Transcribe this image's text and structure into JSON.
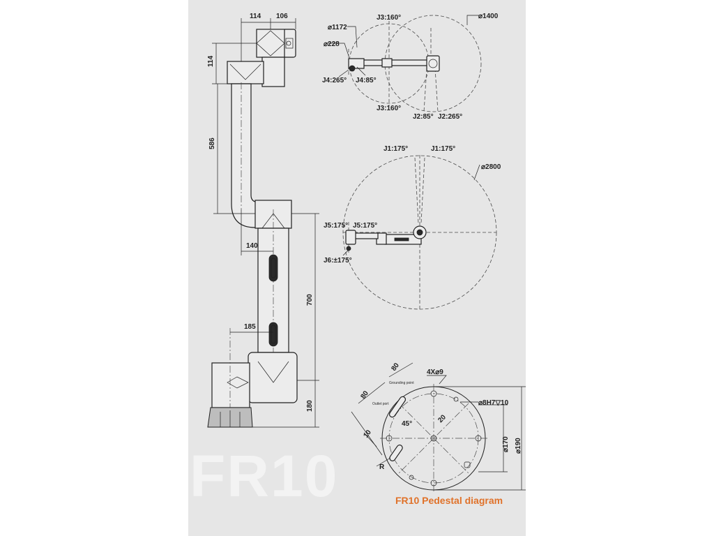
{
  "watermark": "FR10",
  "caption": "FR10  Pedestal diagram",
  "colors": {
    "sheet": "#e6e6e6",
    "caption": "#e0722a",
    "line": "#1f1f1f"
  },
  "side_view": {
    "dim_top_1": "114",
    "dim_top_2": "106",
    "dim_left_114": "114",
    "dim_586": "586",
    "dim_140": "140",
    "dim_700": "700",
    "dim_185": "185",
    "dim_180": "180"
  },
  "top_view_1": {
    "j3_top": "J3:160°",
    "dia_1172": "⌀1172",
    "dia_228": "⌀228",
    "dia_1400": "⌀1400",
    "j4_265": "J4:265°",
    "j4_85": "J4:85°",
    "j3_bottom": "J3:160°",
    "j2_85": "J2:85°",
    "j2_265": "J2:265°"
  },
  "top_view_2": {
    "j1_left": "J1:175°",
    "j1_right": "J1:175°",
    "dia_2800": "⌀2800",
    "j5_left": "J5:175°",
    "j5_right": "J5:175°",
    "j6": "J6:±175°"
  },
  "pedestal": {
    "dim_80_a": "80",
    "dim_80_b": "80",
    "holes": "4X⌀9",
    "grounding": "Grounding point",
    "outlet": "Outlet port",
    "pin": "⌀8H7▽10",
    "angle": "45°",
    "dim_20": "20",
    "dim_10": "10",
    "dim_170": "⌀170",
    "dim_190": "⌀190",
    "r": "R"
  }
}
